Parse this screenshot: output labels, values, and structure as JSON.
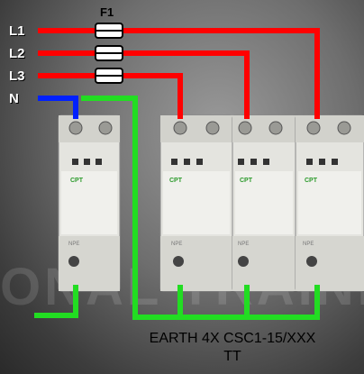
{
  "lines": [
    "L1",
    "L2",
    "L3",
    "N"
  ],
  "fuse_label": "F1",
  "caption": [
    "EARTH 4X CSC1-15/XXX",
    "TT"
  ],
  "module_brand": "CPT",
  "module_model": "NPE",
  "watermark": "ONAL TRAINI",
  "colors": {
    "phase": "#ff0000",
    "neutral": "#0020ff",
    "earth": "#22dd22"
  }
}
